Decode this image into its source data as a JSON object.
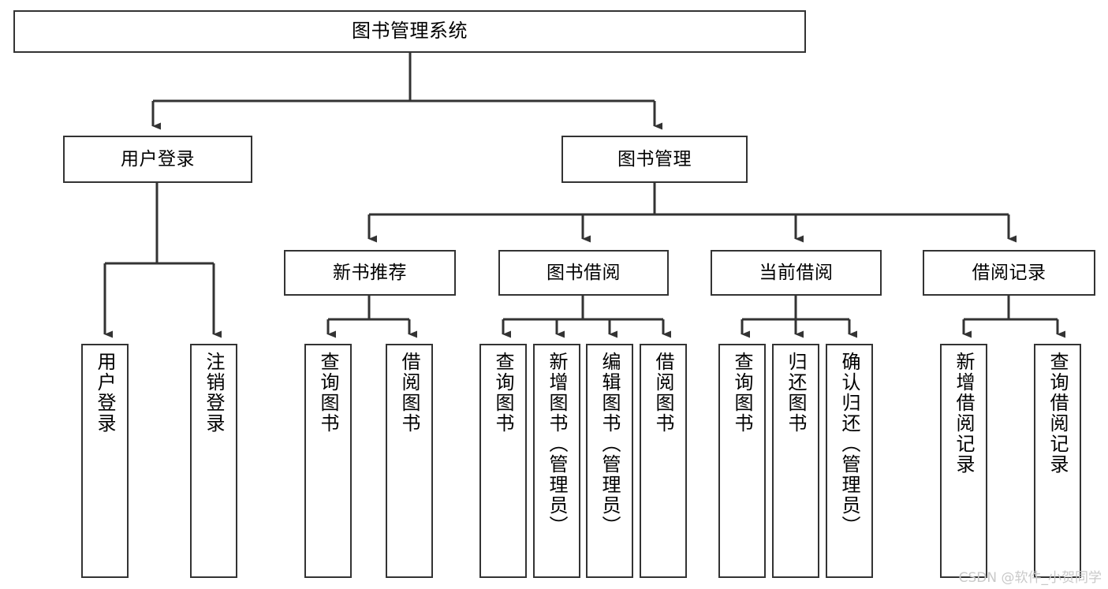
{
  "diagram": {
    "title": "图书管理系统",
    "type": "functional-structure-tree",
    "stroke_color": "#333333",
    "box_fill": "#ffffff",
    "text_color": "#000000",
    "watermark": "CSDN @软件_小贺同学",
    "watermark_color": "#c9c9c9"
  },
  "nodes": {
    "root": {
      "label": "图书管理系统"
    },
    "level2": [
      {
        "label": "用户登录"
      },
      {
        "label": "图书管理"
      }
    ],
    "level3": [
      {
        "label": "新书推荐"
      },
      {
        "label": "图书借阅"
      },
      {
        "label": "当前借阅"
      },
      {
        "label": "借阅记录"
      }
    ],
    "leaves": {
      "user_login": [
        {
          "label": "用户登录"
        },
        {
          "label": "注销登录"
        }
      ],
      "new_book_recommend": [
        {
          "label": "查询图书"
        },
        {
          "label": "借阅图书"
        }
      ],
      "book_borrow": [
        {
          "label": "查询图书"
        },
        {
          "label": "新增图书（管理员）"
        },
        {
          "label": "编辑图书（管理员）"
        },
        {
          "label": "借阅图书"
        }
      ],
      "current_borrow": [
        {
          "label": "查询图书"
        },
        {
          "label": "归还图书"
        },
        {
          "label": "确认归还（管理员）"
        }
      ],
      "borrow_record": [
        {
          "label": "新增借阅记录"
        },
        {
          "label": "查询借阅记录"
        }
      ]
    }
  }
}
